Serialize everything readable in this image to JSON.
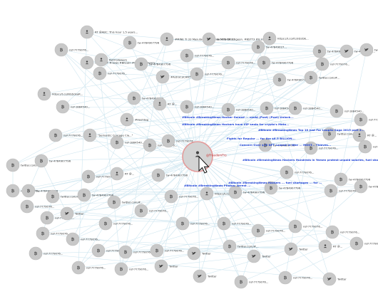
{
  "graph": {
    "edge_color": "#cfe6f0",
    "node_color": "#c8c8c8",
    "highlight_color": "#1a3fd6",
    "focus_node": {
      "label": "@FreedomFro",
      "icon": "user-icon",
      "ring_color": "#e39a9a"
    },
    "nodes": [
      {
        "label": "RT @ABC: This hour 1,5 years...",
        "icon": "user-icon"
      },
      {
        "label": "#MINE TI 33 Masutam #Cardinal 50% OF surgeon. #BSTT3 #IL1000",
        "icon": "user-icon"
      },
      {
        "label": "tw-47849027...",
        "icon": "twitter-bird-icon"
      },
      {
        "label": "https://t.co/f1/3D2DE...",
        "icon": "user-icon"
      },
      {
        "label": "tw-4784907796",
        "icon": "bitcoin-icon"
      },
      {
        "label": "nsf-7779076...",
        "icon": "bitcoin-icon"
      },
      {
        "label": "tw-47849027...",
        "icon": "bitcoin-icon"
      },
      {
        "label": "tw-4784907796",
        "icon": "bitcoin-icon"
      },
      {
        "label": "tw-47849027...",
        "icon": "twitter-bird-icon"
      },
      {
        "label": "tw-47849027...",
        "icon": "twitter-bird-icon"
      },
      {
        "label": "#PHP ART #news #Bitcoin #Cryptocurrency ...",
        "icon": "user-icon"
      },
      {
        "label": "Ref-Followers",
        "icon": "user-icon"
      },
      {
        "label": "tw-4784907796",
        "icon": "bitcoin-icon"
      },
      {
        "label": "nsf-7779076...",
        "icon": "bitcoin-icon"
      },
      {
        "label": "nsf-7779076...",
        "icon": "bitcoin-icon"
      },
      {
        "label": "nsf-7779076...",
        "icon": "bitcoin-icon"
      },
      {
        "label": "tw-4784907796",
        "icon": "bitcoin-icon"
      },
      {
        "label": "nsf-7779076...",
        "icon": "bitcoin-icon"
      },
      {
        "label": "#AstroCoCANT",
        "icon": "twitter-bird-icon"
      },
      {
        "label": "nsf-7779076...",
        "icon": "bitcoin-icon"
      },
      {
        "label": "tw-4784907796",
        "icon": "bitcoin-icon"
      },
      {
        "label": "twitter.com/#...",
        "icon": "bitcoin-icon"
      },
      {
        "label": "https://t.co/NGSdxaR...",
        "icon": "user-icon"
      },
      {
        "label": "nsf-1884540...",
        "icon": "bitcoin-icon"
      },
      {
        "label": "tw-4784907796",
        "icon": "bitcoin-icon"
      },
      {
        "label": "RT @...",
        "icon": "user-icon"
      },
      {
        "label": "#Hashtag",
        "icon": "user-icon"
      },
      {
        "label": "nsf-1884540...",
        "icon": "bitcoin-icon"
      },
      {
        "label": "nsf-1884540...",
        "icon": "bitcoin-icon"
      },
      {
        "label": "nsf-1884540...",
        "icon": "bitcoin-icon"
      },
      {
        "label": "nsf-1884540...",
        "icon": "bitcoin-icon"
      },
      {
        "label": "nsf-1884540...",
        "icon": "bitcoin-icon"
      },
      {
        "label": "nsf-7779076...",
        "icon": "bitcoin-icon"
      },
      {
        "label": "twitter.com/#...",
        "icon": "bitcoin-icon"
      },
      {
        "label": "RT @...",
        "icon": "user-icon"
      },
      {
        "label": "nsf-7779076...",
        "icon": "bitcoin-icon"
      },
      {
        "label": "\"Semantic Courage Cla...\"",
        "icon": "user-icon"
      },
      {
        "label": "nsf-1884540...",
        "icon": "bitcoin-icon"
      },
      {
        "label": "nsf-7779076...",
        "icon": "bitcoin-icon"
      },
      {
        "label": "nsf-7779076...",
        "icon": "bitcoin-icon"
      },
      {
        "label": "tw-4784907796",
        "icon": "bitcoin-icon"
      },
      {
        "label": "nsf-7779076...",
        "icon": "bitcoin-icon"
      },
      {
        "label": "nsf-7779076...",
        "icon": "bitcoin-icon"
      },
      {
        "label": "twitter.com/#...",
        "icon": "bitcoin-icon"
      },
      {
        "label": "tw-4784907796",
        "icon": "bitcoin-icon"
      },
      {
        "label": "nsf-7779076...",
        "icon": "bitcoin-icon"
      },
      {
        "label": "RT @...",
        "icon": "user-icon"
      },
      {
        "label": "tw-4784907796",
        "icon": "bitcoin-icon"
      },
      {
        "label": "nsf-7779076...",
        "icon": "bitcoin-icon"
      },
      {
        "label": "tw-4784907796",
        "icon": "bitcoin-icon"
      },
      {
        "label": "nsf-7779076...",
        "icon": "bitcoin-icon"
      },
      {
        "label": "tw-4784907796",
        "icon": "bitcoin-icon"
      },
      {
        "label": "twitter.com/#...",
        "icon": "bitcoin-icon"
      },
      {
        "label": "tw-4784907796",
        "icon": "bitcoin-icon"
      },
      {
        "label": "twitter.com/#...",
        "icon": "bitcoin-icon"
      },
      {
        "label": "nsf-7779076...",
        "icon": "bitcoin-icon"
      },
      {
        "label": "https://t.co/...",
        "icon": "user-icon"
      },
      {
        "label": "tw-4784907796",
        "icon": "bitcoin-icon"
      },
      {
        "label": "tw-4784907796",
        "icon": "bitcoin-icon"
      },
      {
        "label": "nsf-7779076...",
        "icon": "bitcoin-icon"
      },
      {
        "label": "tw-4784907796",
        "icon": "bitcoin-icon"
      },
      {
        "label": "nsf-7779076...",
        "icon": "bitcoin-icon"
      },
      {
        "label": "nsf-7779076...",
        "icon": "bitcoin-icon"
      },
      {
        "label": "Twitter",
        "icon": "twitter-bird-icon"
      },
      {
        "label": "nsf-7779076...",
        "icon": "bitcoin-icon"
      },
      {
        "label": "nsf-7779076...",
        "icon": "bitcoin-icon"
      },
      {
        "label": "nsf-7779076...",
        "icon": "bitcoin-icon"
      },
      {
        "label": "nsf-7779076...",
        "icon": "bitcoin-icon"
      },
      {
        "label": "nsf-7779076...",
        "icon": "bitcoin-icon"
      },
      {
        "label": "nsf-7779076...",
        "icon": "bitcoin-icon"
      },
      {
        "label": "nsf-7779076...",
        "icon": "bitcoin-icon"
      },
      {
        "label": "nsf-7779076...",
        "icon": "bitcoin-icon"
      },
      {
        "label": "nsf-7779076...",
        "icon": "bitcoin-icon"
      },
      {
        "label": "nsf-7779076...",
        "icon": "bitcoin-icon"
      },
      {
        "label": "nsf-7779076...",
        "icon": "bitcoin-icon"
      },
      {
        "label": "nsf-7779076...",
        "icon": "bitcoin-icon"
      },
      {
        "label": "Twitter",
        "icon": "twitter-bird-icon"
      },
      {
        "label": "twitter.com/#...",
        "icon": "bitcoin-icon"
      },
      {
        "label": "Twitter",
        "icon": "twitter-bird-icon"
      },
      {
        "label": "Twitter",
        "icon": "twitter-bird-icon"
      },
      {
        "label": "RT @...",
        "icon": "user-icon"
      },
      {
        "label": "nsf-7779076...",
        "icon": "bitcoin-icon"
      },
      {
        "label": "nsf-7779076...",
        "icon": "bitcoin-icon"
      },
      {
        "label": "nsf-7779076...",
        "icon": "bitcoin-icon"
      },
      {
        "label": "nsf-7779076...",
        "icon": "bitcoin-icon"
      },
      {
        "label": "Twitter",
        "icon": "twitter-bird-icon"
      },
      {
        "label": "Twitter",
        "icon": "twitter-bird-icon"
      },
      {
        "label": "nsf-7779076...",
        "icon": "bitcoin-icon"
      },
      {
        "label": "nsf-7779076...",
        "icon": "bitcoin-icon"
      },
      {
        "label": "Twitter",
        "icon": "twitter-bird-icon"
      }
    ],
    "highlighted_labels": [
      "#Bitcoin #BreakingNews Hacker Gained ... could (Post) (Post) Unlock...",
      "#Bitcoin #BreakingNews Hackers have VIP seats for crypto's Meta...",
      "Fights for Regular ... for the $8.5 BILLION...",
      "Concern Over $15 NFT Lowest in tthe ... MOST... Thieves...",
      "#Bitcoin #BreakingNews Top 10 Just For Laughs Saga 2019 part 2...",
      "#Bitcoin #BreakingNews Hackers Hundreds in Yemen protest unpaid salaries, fuel shortages ...",
      "#Bitcoin #BreakingNews Photos: Arrest ...",
      "#Bitcoin #BreakingNews Hackers ... fuel shortages ... for ..."
    ]
  }
}
